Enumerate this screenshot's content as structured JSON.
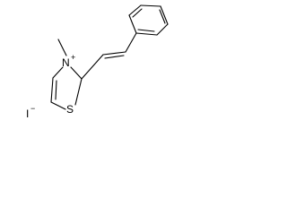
{
  "molecule": {
    "atom_labels": {
      "nitrogen": "N",
      "sulfur": "S",
      "iodine": "I"
    },
    "charges": {
      "nitrogen": "+",
      "iodide": "−"
    }
  }
}
